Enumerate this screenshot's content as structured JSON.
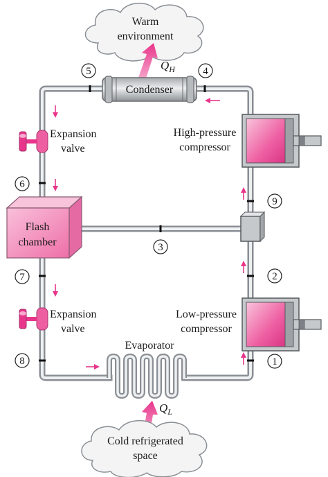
{
  "labels": {
    "warm_line1": "Warm",
    "warm_line2": "environment",
    "cold_line1": "Cold refrigerated",
    "cold_line2": "space",
    "condenser": "Condenser",
    "evaporator": "Evaporator",
    "flash_line1": "Flash",
    "flash_line2": "chamber",
    "exp_upper_line1": "Expansion",
    "exp_upper_line2": "valve",
    "exp_lower_line1": "Expansion",
    "exp_lower_line2": "valve",
    "hp_line1": "High-pressure",
    "hp_line2": "compressor",
    "lp_line1": "Low-pressure",
    "lp_line2": "compressor",
    "qh_main": "Q",
    "qh_sub": "H",
    "ql_main": "Q",
    "ql_sub": "L"
  },
  "states": [
    "1",
    "2",
    "3",
    "4",
    "5",
    "6",
    "7",
    "8",
    "9"
  ],
  "colors": {
    "pipe": "#8a8f95",
    "pipe_light": "#eef0f2",
    "cloud": "#f4f4f4",
    "pink": "#ee4f9a",
    "pink_light": "#f7aace",
    "cylinder": "#c6c9cc",
    "flash": "#f39ac2",
    "arrow": "#e8358b"
  }
}
